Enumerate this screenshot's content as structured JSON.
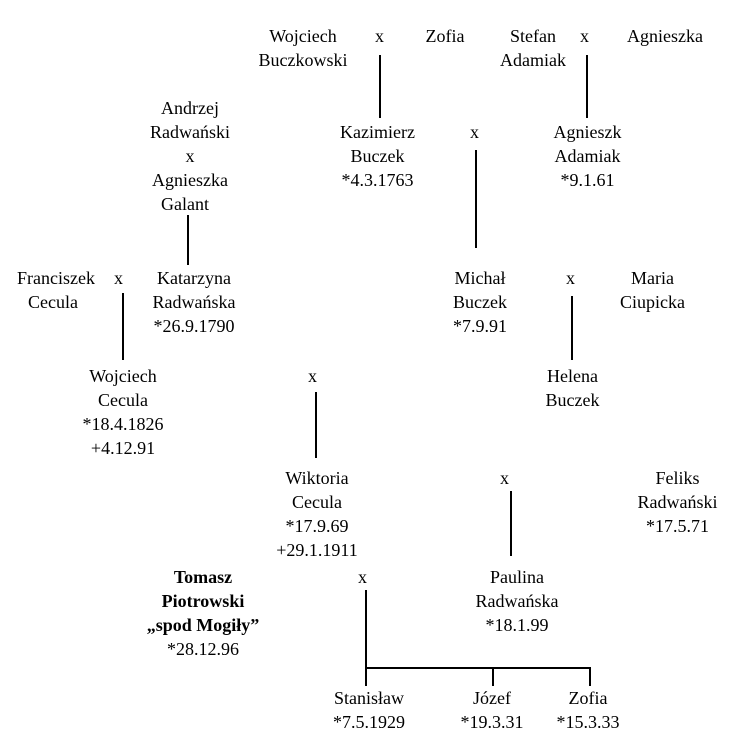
{
  "people": {
    "wojciech_buczkowski": [
      "Wojciech",
      "Buczkowski"
    ],
    "zofia_top": [
      "Zofia"
    ],
    "stefan_adamiak": [
      "Stefan",
      "Adamiak"
    ],
    "agnieszka_top": [
      "Agnieszka"
    ],
    "andrzej_radwanski": [
      "Andrzej",
      "Radwański",
      "x",
      "Agnieszka",
      "Galant"
    ],
    "kazimierz_buczek": [
      "Kazimierz",
      "Buczek",
      "*4.3.1763"
    ],
    "agnieszk_adamiak": [
      "Agnieszk",
      "Adamiak",
      "*9.1.61"
    ],
    "franciszek_cecula": [
      "Franciszek",
      "Ceculа"
    ],
    "katarzyna_radwanska": [
      "Katarzyna",
      "Radwańska",
      "*26.9.1790"
    ],
    "michal_buczek": [
      "Michał",
      "Buczek",
      "*7.9.91"
    ],
    "maria_ciupicka": [
      "Maria",
      "Ciupicka"
    ],
    "wojciech_cecula": [
      "Wojciech",
      "Ceculа",
      "*18.4.1826",
      "+4.12.91"
    ],
    "helena_buczek": [
      "Helena",
      "Buczek"
    ],
    "wiktoria_cecula": [
      "Wiktoria",
      "Ceculа",
      "*17.9.69",
      "+29.1.1911"
    ],
    "feliks_radwanski": [
      "Feliks",
      "Radwański",
      "*17.5.71"
    ],
    "tomasz_piotrowski": [
      "Tomasz",
      "Piotrowski",
      "„spod Mogiły”",
      "*28.12.96"
    ],
    "paulina_radwanska": [
      "Paulina",
      "Radwańska",
      "*18.1.99"
    ],
    "stanislaw": [
      "Stanisław",
      "*7.5.1929"
    ],
    "jozef": [
      "Józef",
      "*19.3.31"
    ],
    "zofia_child": [
      "Zofia",
      "*15.3.33"
    ]
  },
  "marriage_symbol": "x"
}
